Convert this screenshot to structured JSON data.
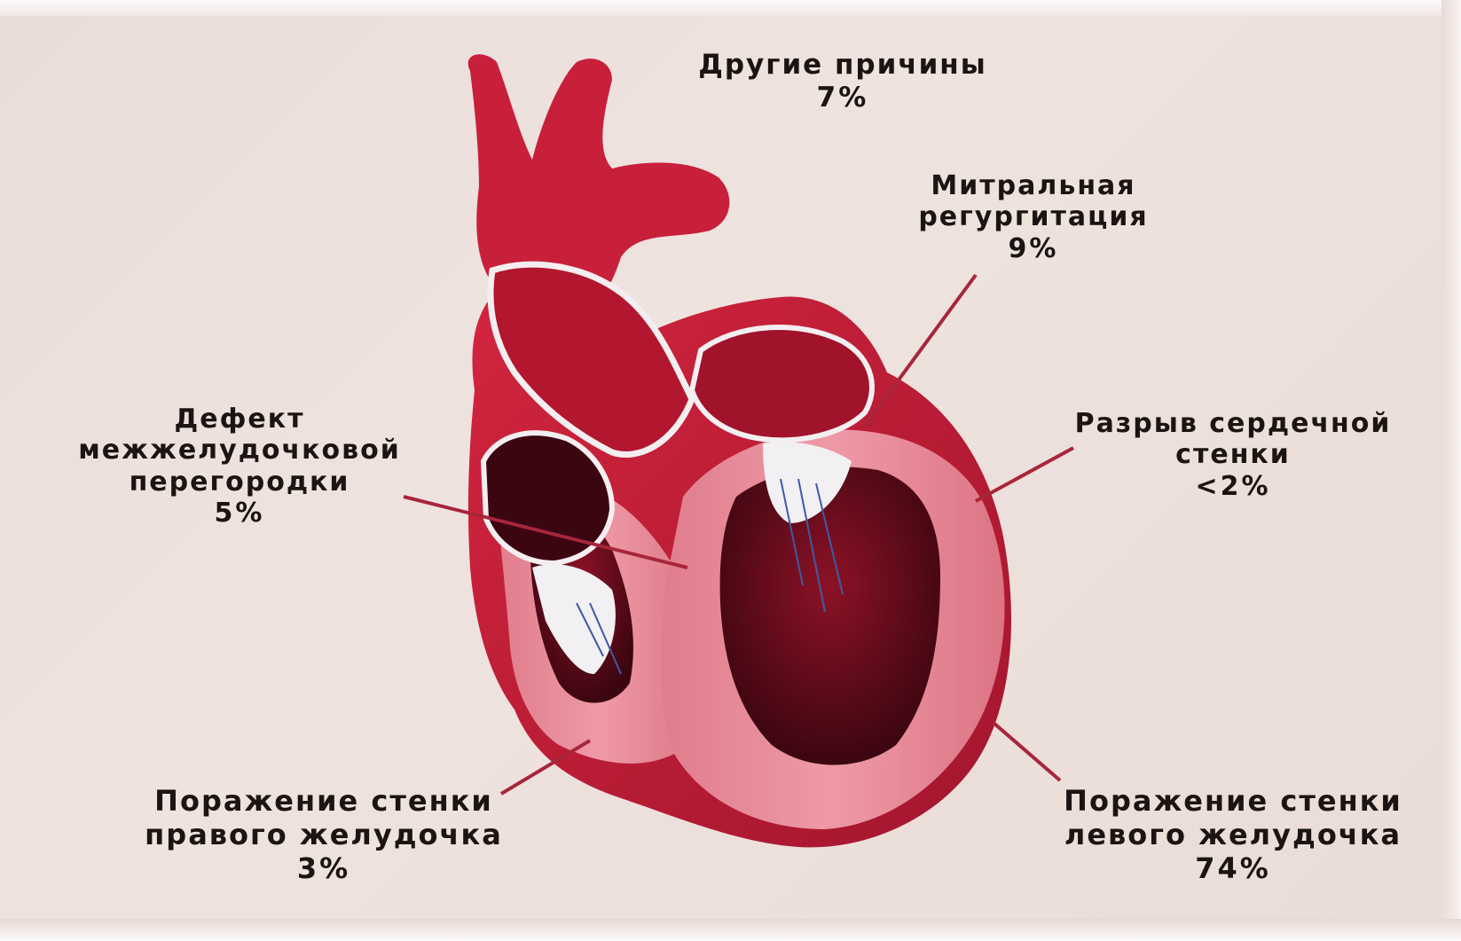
{
  "labels": {
    "other": {
      "line1": "Другие причины",
      "pct": "7%"
    },
    "mitral": {
      "line1": "Митральная",
      "line2": "регургитация",
      "pct": "9%"
    },
    "septal": {
      "line1": "Дефект",
      "line2": "межжелудочковой",
      "line3": "перегородки",
      "pct": "5%"
    },
    "rupture": {
      "line1": "Разрыв сердечной",
      "line2": "стенки",
      "pct": "<2%"
    },
    "right_ventricle": {
      "line1": "Поражение стенки",
      "line2": "правого желудочка",
      "pct": "3%"
    },
    "left_ventricle": {
      "line1": "Поражение стенки",
      "line2": "левого желудочка",
      "pct": "74%"
    }
  },
  "colors": {
    "background": "#ecdfdb",
    "heart_red": "#c4203a",
    "heart_dark": "#7e0f22",
    "myocardium_pink": "#e58a97",
    "pointer": "#a8263a",
    "label_text": "#1b1412"
  }
}
